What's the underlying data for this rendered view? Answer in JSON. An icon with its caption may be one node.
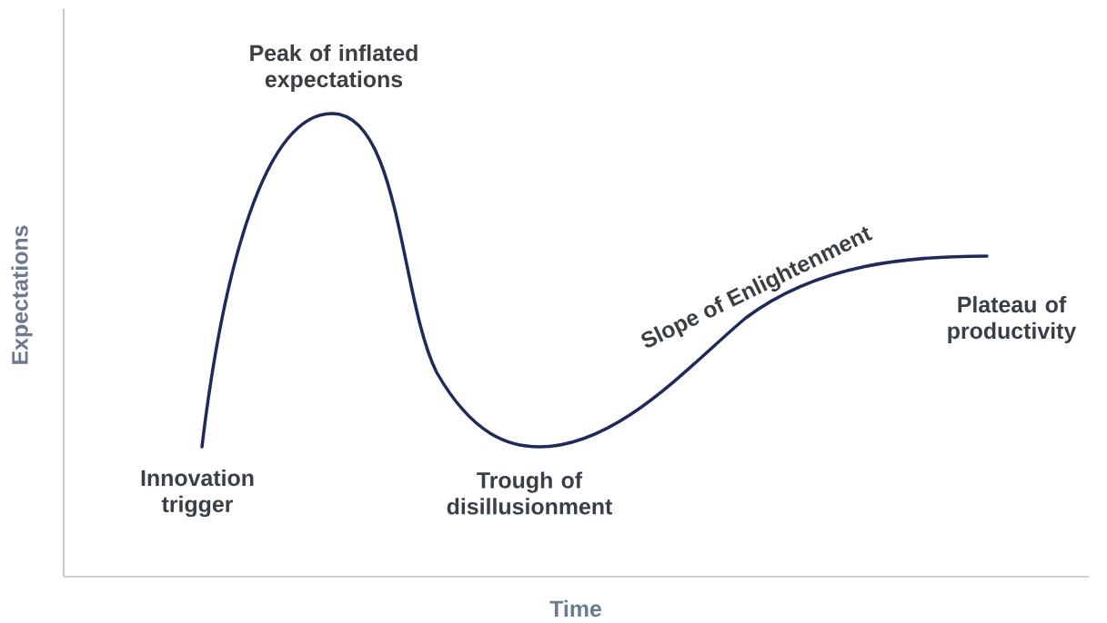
{
  "diagram": {
    "labels": [
      "Peak of inflated expectations",
      "Slope of Enlightenment",
      "Plateau of productivity",
      "Expectations",
      "Innovation trigger",
      "Trough of disillusionment",
      "Time"
    ]
  }
}
